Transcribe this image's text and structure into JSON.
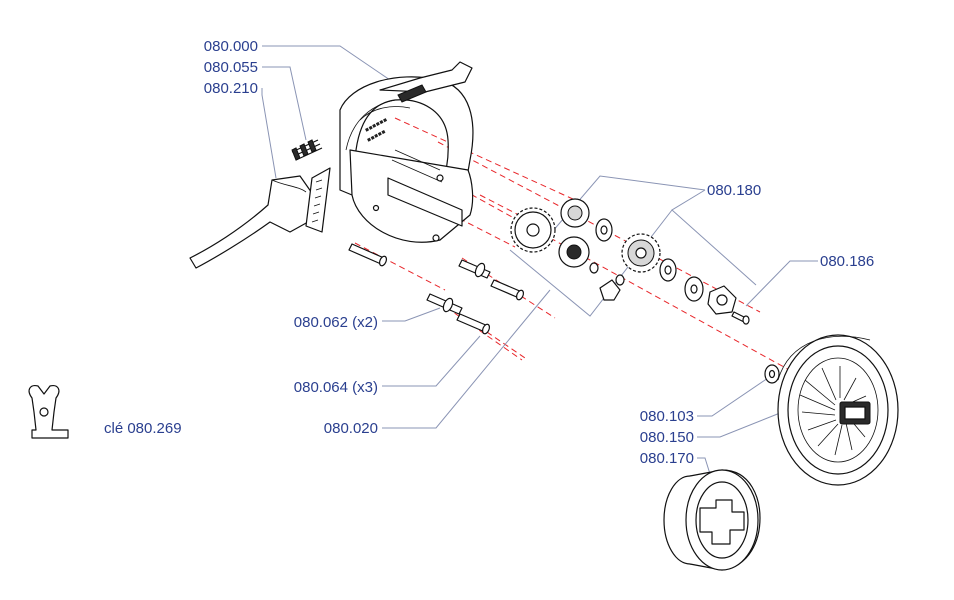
{
  "labels": {
    "frame": "080.000",
    "spring": "080.055",
    "lever": "080.210",
    "gear_set": "080.180",
    "screw": "080.186",
    "pin_x2": "080.062 (x2)",
    "pin_x3": "080.064 (x3)",
    "plate": "080.020",
    "washer": "080.103",
    "spool": "080.150",
    "drum": "080.170",
    "key": "clé 080.269"
  },
  "colors": {
    "label": "#2a3f8f",
    "leader": "#8a94b4",
    "axis": "#e8262a",
    "ink": "#111111"
  }
}
